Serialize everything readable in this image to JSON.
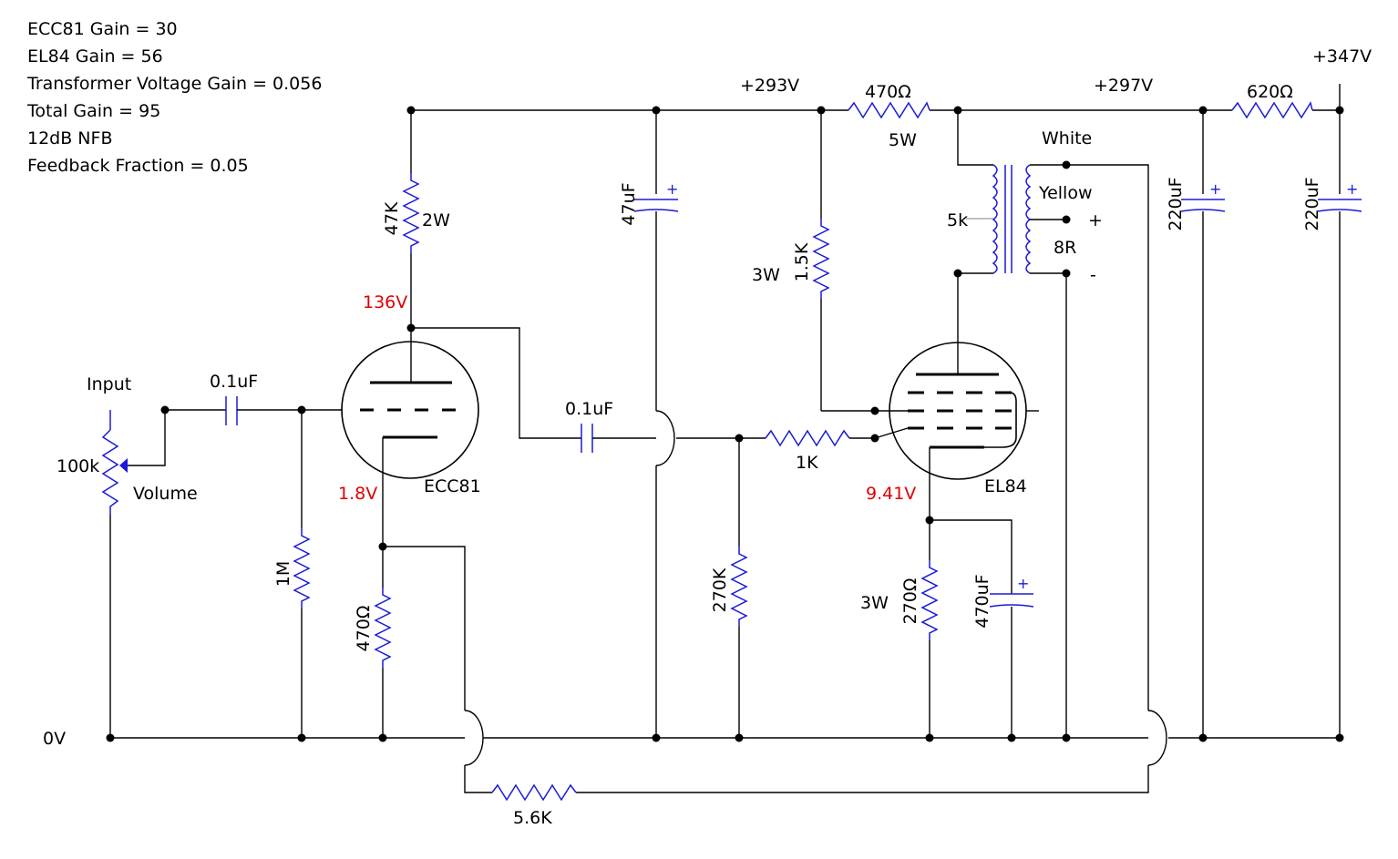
{
  "notes": [
    "ECC81 Gain = 30",
    "EL84 Gain = 56",
    "Transformer Voltage Gain = 0.056",
    "Total Gain = 95",
    "12dB NFB",
    "Feedback Fraction = 0.05"
  ],
  "voltages": {
    "b1": "+293V",
    "b2": "+297V",
    "b3": "+347V",
    "ground": "0V",
    "ecc81_anode": "136V",
    "ecc81_cathode": "1.8V",
    "el84_cathode": "9.41V"
  },
  "components": {
    "r_supply1": "470Ω",
    "r_supply1_power": "5W",
    "r_supply2": "620Ω",
    "r_anode": "47K",
    "r_anode_power": "2W",
    "c_decouple": "47uF",
    "c_res1": "220uF",
    "c_res2": "220uF",
    "r_screen": "1.5K",
    "r_screen_power": "3W",
    "r_stopper": "1K",
    "r_grid_leak1": "1M",
    "r_grid_leak2": "270K",
    "r_cathode1": "470Ω",
    "r_cathode2": "270Ω",
    "r_cathode2_power": "3W",
    "c_cathode2": "470uF",
    "r_feedback": "5.6K",
    "c_in": "0.1uF",
    "c_coupling": "0.1uF",
    "pot": "100k",
    "pot_label": "Volume",
    "input_label": "Input",
    "tube1": "ECC81",
    "tube2": "EL84",
    "ot_primary": "5k",
    "ot_secondary": "8R",
    "ot_white": "White",
    "ot_yellow": "Yellow",
    "plus": "+",
    "minus": "-"
  }
}
